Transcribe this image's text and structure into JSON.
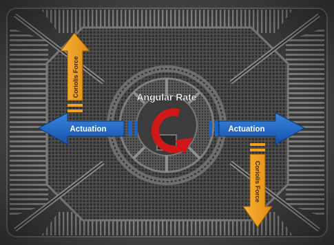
{
  "labels": {
    "angular_rate": "Angular Rate",
    "actuation_left": "Actuation",
    "actuation_right": "Actuation",
    "coriolis_top": "Coriolis Force",
    "coriolis_bottom": "Coriolis Force"
  },
  "colors": {
    "actuation_arrow": "#1f63c2",
    "coriolis_arrow": "#f4a21c",
    "rotation_arrow": "#d01818",
    "die_background": "#4a4a4a",
    "label_text": "#ffffff"
  },
  "icons": {
    "rotation": "counterclockwise-rotation-arrow",
    "actuation": "double-headed-horizontal-arrow",
    "coriolis": "vertical-arrow"
  }
}
